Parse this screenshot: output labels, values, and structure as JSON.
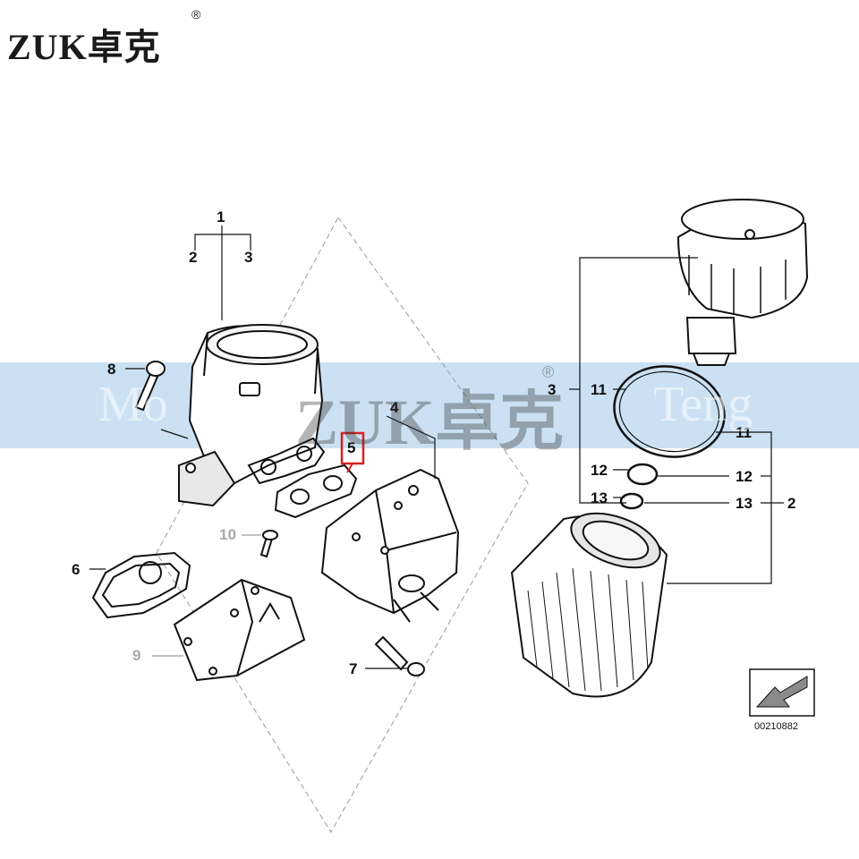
{
  "brand": {
    "logo_text": "ZUK卓克",
    "registered_mark": "®"
  },
  "watermark": {
    "left_text": "Mo",
    "center_text": "ZUK卓克",
    "right_text": "Teng",
    "registered_mark": "®"
  },
  "part_labels": {
    "p1": "1",
    "p2_top": "2",
    "p3_top": "3",
    "p4": "4",
    "p5": "5",
    "p6": "6",
    "p7": "7",
    "p8": "8",
    "p9": "9",
    "p10": "10",
    "p11_a": "11",
    "p11_b": "11",
    "p12_a": "12",
    "p12_b": "12",
    "p13_a": "13",
    "p13_b": "13",
    "p3_right": "3",
    "p2_right": "2"
  },
  "highlighted_part": "5",
  "diagram_code": "00210882",
  "colors": {
    "highlight": "#d62020",
    "band": "#bcd9ef",
    "line": "#111111",
    "leader_grey": "#9a9a9a"
  }
}
